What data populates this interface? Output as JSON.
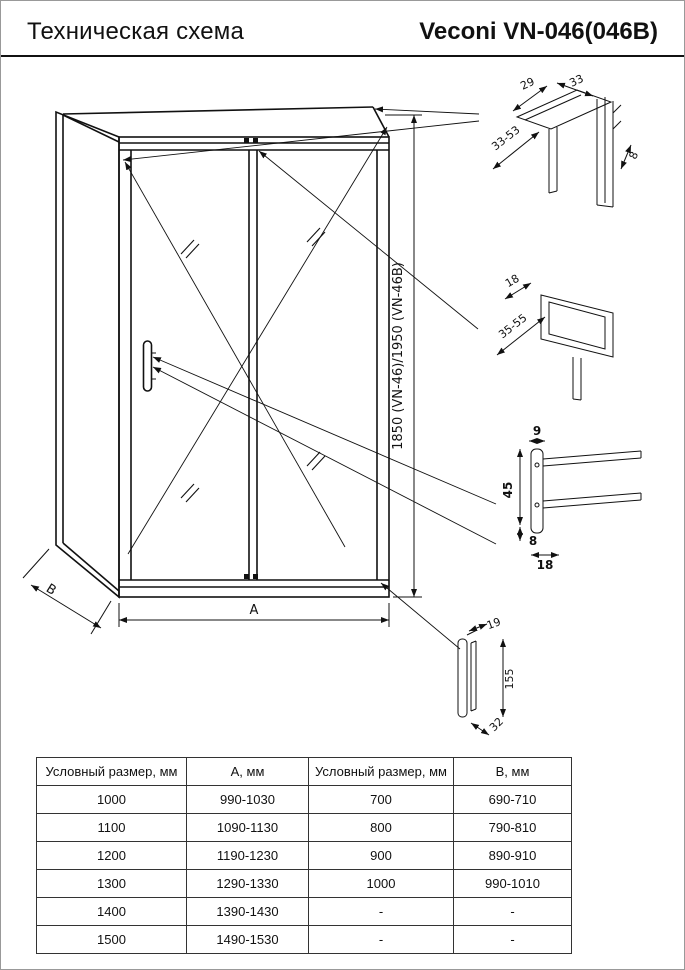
{
  "header": {
    "title": "Техническая схема",
    "model": "Veconi VN-046(046B)"
  },
  "drawing": {
    "height_label": "1850 (VN-46)/1950 (VN-46B)",
    "width_label": "A",
    "depth_label": "B",
    "detail_top": {
      "dim1": "29",
      "dim2": "33",
      "dim3": "33-53",
      "dim4": "8"
    },
    "detail_mid": {
      "dim1": "18",
      "dim2": "35-55"
    },
    "detail_handle_profile": {
      "dim1": "9",
      "dim2": "45",
      "dim3": "8",
      "dim4": "18"
    },
    "detail_handle_side": {
      "dim1": "19",
      "dim2": "155",
      "dim3": "32"
    }
  },
  "table": {
    "headers": [
      "Условный размер, мм",
      "А, мм",
      "Условный размер, мм",
      "В, мм"
    ],
    "rows": [
      [
        "1000",
        "990-1030",
        "700",
        "690-710"
      ],
      [
        "1100",
        "1090-1130",
        "800",
        "790-810"
      ],
      [
        "1200",
        "1190-1230",
        "900",
        "890-910"
      ],
      [
        "1300",
        "1290-1330",
        "1000",
        "990-1010"
      ],
      [
        "1400",
        "1390-1430",
        "-",
        "-"
      ],
      [
        "1500",
        "1490-1530",
        "-",
        "-"
      ]
    ]
  }
}
